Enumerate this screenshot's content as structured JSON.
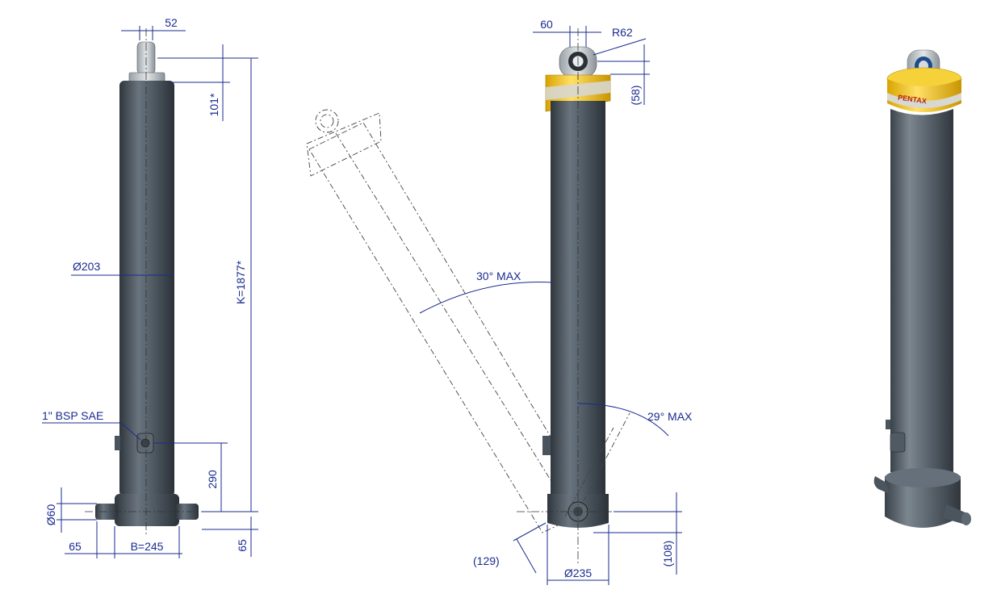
{
  "views": {
    "front": {
      "labels": {
        "eye_width": "52",
        "top_height": "101*",
        "body_diameter": "Ø203",
        "stroke_length": "K=1877*",
        "port": "1\" BSP SAE",
        "port_height": "290",
        "pin_diameter": "Ø60",
        "pin_overhang": "65",
        "base_width": "B=245",
        "bottom_offset": "65"
      }
    },
    "side": {
      "labels": {
        "eye_width": "60",
        "eye_radius": "R62",
        "collar_height": "(58)",
        "tilt_forward": "30° MAX",
        "tilt_back": "29° MAX",
        "foot_offset": "(129)",
        "foot_diameter": "Ø235",
        "foot_height": "(108)"
      }
    },
    "iso": {
      "logo_text": "PENTAX"
    }
  },
  "colors": {
    "dimension_blue": "#1a2b8f",
    "cylinder_grey": "#4c5761",
    "collar_yellow": "#f2c81e"
  }
}
